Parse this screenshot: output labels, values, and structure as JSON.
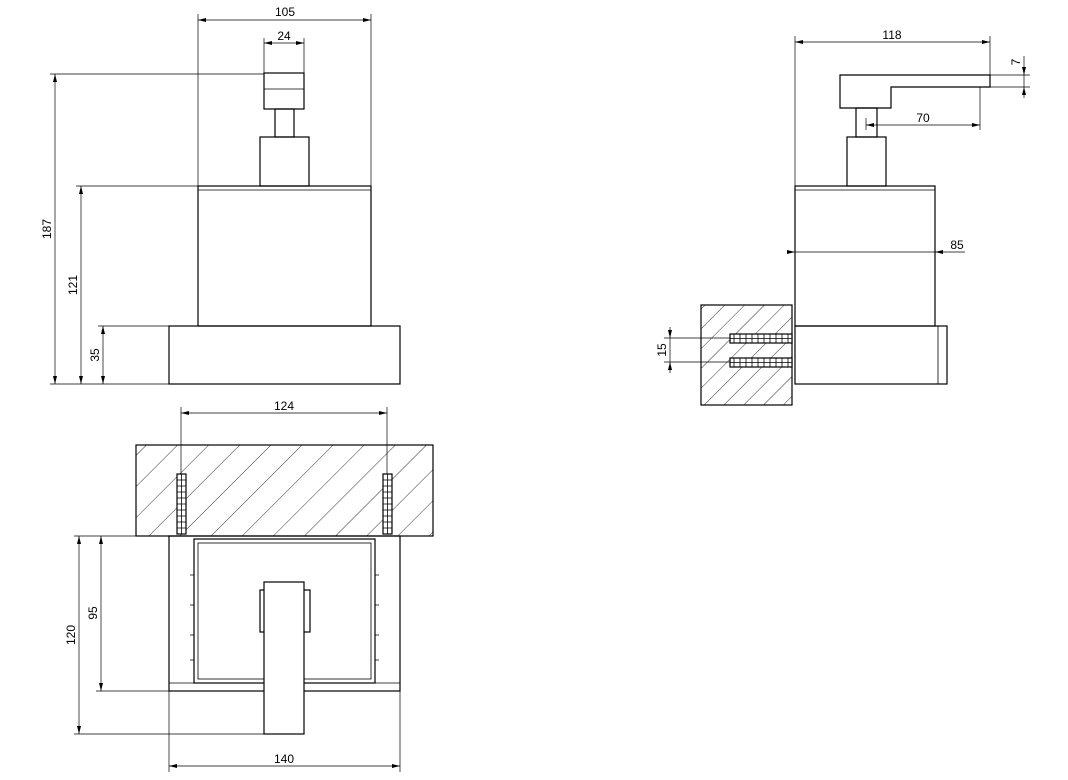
{
  "dimensions": {
    "front": {
      "overall_width": "105",
      "pump_head_width": "24",
      "overall_height": "187",
      "body_height": "121",
      "base_height": "35"
    },
    "side": {
      "spout_length": "118",
      "spout_thickness": "7",
      "spout_reach": "70",
      "body_depth": "85",
      "screw_spacing": "15"
    },
    "top": {
      "screw_centers": "124",
      "overall_depth": "120",
      "body_depth": "95",
      "overall_width": "140"
    }
  },
  "colors": {
    "line": "#000000",
    "background": "#ffffff"
  }
}
